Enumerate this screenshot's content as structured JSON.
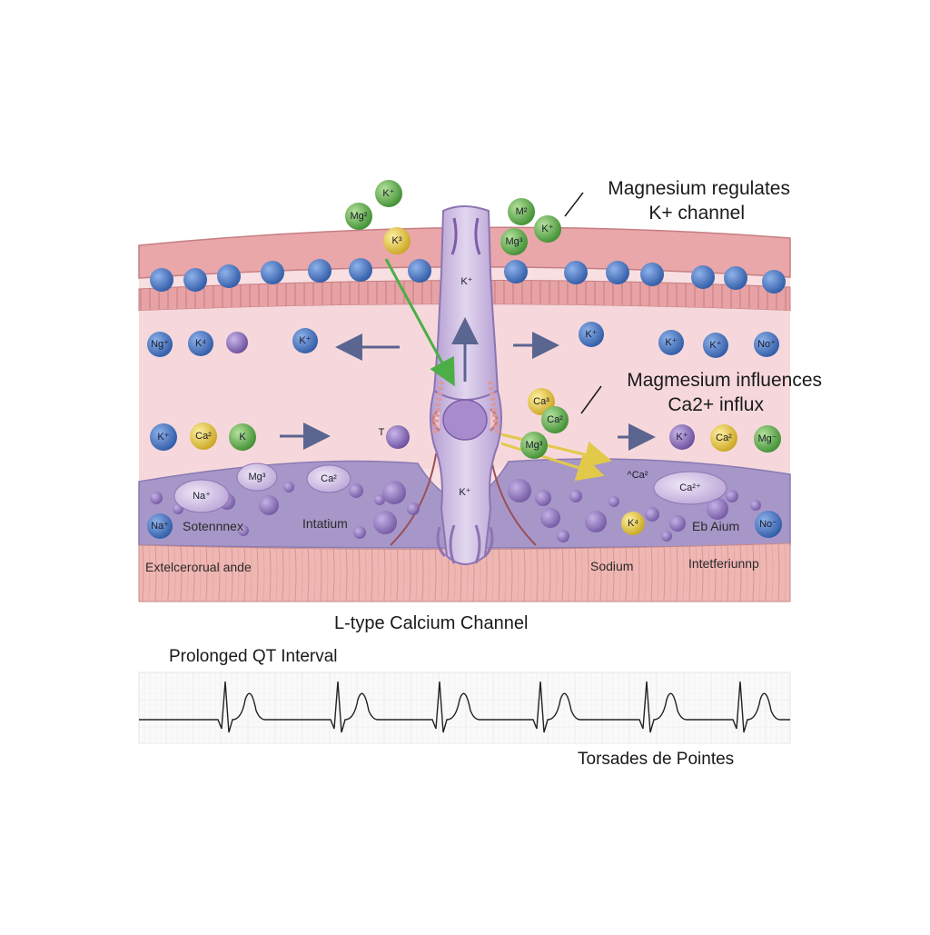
{
  "annotations": {
    "mg_k_channel_line1": "Magnesium regulates",
    "mg_k_channel_line2": "K+ channel",
    "mg_ca_influx_line1": "Magmesium influences",
    "mg_ca_influx_line2": "Ca2+ influx"
  },
  "channel": {
    "caption": "L-type Calcium Channel",
    "top_label": "K⁺",
    "bottom_label": "K⁺"
  },
  "layer_labels": {
    "left_mid": "Sotennnex",
    "center_mid": "Intatium",
    "right_mid": "Eb Aium",
    "bottom_left": "Extelcerorual ande",
    "bottom_center_right": "Sodium",
    "bottom_right": "Intetferiunnp"
  },
  "ions": {
    "top_left_cluster": [
      "K⁺",
      "Mg²",
      "K³"
    ],
    "top_right_cluster": [
      "M²",
      "K⁺",
      "Mg³"
    ],
    "row1": [
      "Ng⁺",
      "K⁴",
      "K⁺",
      "K⁺",
      "K⁺",
      "K⁺",
      "No⁺"
    ],
    "row2": [
      "K⁺",
      "Ca²",
      "K",
      "T",
      "Ca³",
      "Ca²",
      "Mg³",
      "K⁺",
      "Ca²",
      "Mg⁻"
    ],
    "lower": [
      "Na⁺",
      "Mg³",
      "Ca²",
      "Ca²⁺",
      "^Ca²",
      "Na⁺",
      "K⁴",
      "No⁻"
    ]
  },
  "ecg": {
    "title": "Prolonged QT Interval",
    "subtitle": "Torsades de Pointes"
  },
  "colors": {
    "membrane_pink": "#e8a3a5",
    "cytoplasm": "#f5dcdf",
    "lower_purple": "#a99ac9",
    "channel_lavender": "#c9b4dd",
    "ion_blue": "#3d6fc2",
    "ion_green": "#5db14a",
    "ion_yellow": "#e0c43a",
    "ion_purple": "#8a6bb8",
    "arrow_green": "#4cae46",
    "arrow_yellow": "#e2c94a",
    "arrow_gray": "#5a6590"
  }
}
